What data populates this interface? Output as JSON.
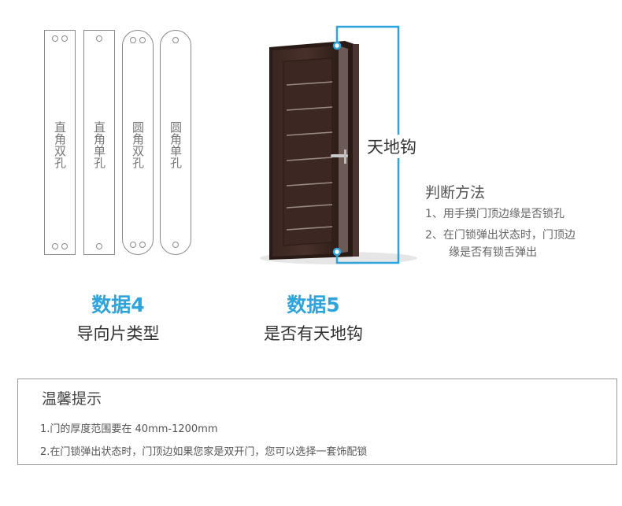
{
  "plates": [
    {
      "label": "直角双孔",
      "shape": "square",
      "holes": "double"
    },
    {
      "label": "直角单孔",
      "shape": "square",
      "holes": "single"
    },
    {
      "label": "圆角双孔",
      "shape": "round",
      "holes": "double"
    },
    {
      "label": "圆角单孔",
      "shape": "round",
      "holes": "single"
    }
  ],
  "section4": {
    "title": "数据4",
    "subtitle": "导向片类型"
  },
  "section5": {
    "title": "数据5",
    "subtitle": "是否有天地钩"
  },
  "door": {
    "hook_label": "天地钩",
    "accent_color": "#2ea4dc"
  },
  "judge": {
    "title": "判断方法",
    "line1": "1、用手摸门顶边缘是否锁孔",
    "line2": "2、在门锁弹出状态时，门顶边",
    "line3": "缘是否有锁舌弹出"
  },
  "tips": {
    "title": "温馨提示",
    "line1": "1.门的厚度范围要在 40mm-1200mm",
    "line2": "2.在门锁弹出状态时，门顶边如果您家是双开门，您可以选择一套饰配锁"
  }
}
